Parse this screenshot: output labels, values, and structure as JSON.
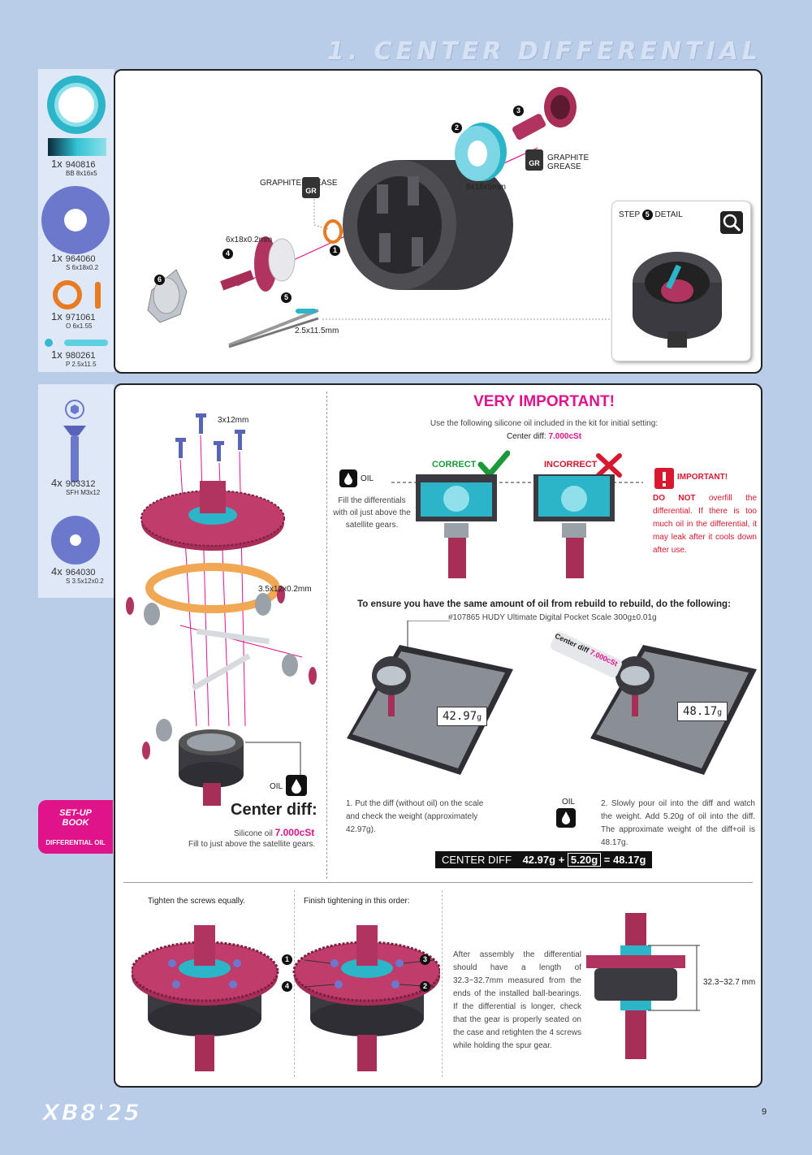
{
  "page": {
    "title": "1. CENTER DIFFERENTIAL",
    "page_number": "9",
    "brand_logo": "XB8'25"
  },
  "top_parts": [
    {
      "qty": "1x",
      "number": "940816",
      "size": "BB 8x16x5"
    },
    {
      "qty": "1x",
      "number": "964060",
      "size": "S 6x18x0.2"
    },
    {
      "qty": "1x",
      "number": "971061",
      "size": "O 6x1.55"
    },
    {
      "qty": "1x",
      "number": "980261",
      "size": "P 2.5x11.5"
    }
  ],
  "top_diagram": {
    "graphite_grease_1": "GRAPHITE GREASE",
    "graphite_grease_2": "GRAPHITE GREASE",
    "gr_badge": "GR",
    "bearing_size": "8x16x5mm",
    "shim_size": "6x18x0.2mm",
    "pin_size": "2.5x11.5mm",
    "step_numbers": [
      "1",
      "2",
      "3",
      "4",
      "5",
      "6"
    ],
    "detail_title": "STEP",
    "detail_step": "5",
    "detail_suffix": "DETAIL"
  },
  "bottom_parts": [
    {
      "qty": "4x",
      "number": "903312",
      "size": "SFH M3x12"
    },
    {
      "qty": "4x",
      "number": "964030",
      "size": "S 3.5x12x0.2"
    }
  ],
  "setup_book": {
    "title": "SET-UP BOOK",
    "subtitle": "DIFFERENTIAL OIL"
  },
  "exploded": {
    "screw_size": "3x12mm",
    "shim_size": "3.5x12x0.2mm",
    "oil_label": "OIL",
    "center_diff_title": "Center diff:",
    "silicone_prefix": "Silicone oil",
    "silicone_value": "7.000cSt",
    "fill_note": "Fill to just above the satellite gears."
  },
  "important": {
    "heading": "VERY IMPORTANT!",
    "intro": "Use the following silicone oil included in the kit for initial setting:",
    "center_prefix": "Center diff:",
    "center_value": "7.000cSt",
    "correct": "CORRECT",
    "incorrect": "INCORRECT",
    "oil": "OIL",
    "fill_note": "Fill the differentials with oil just above the satellite gears.",
    "important_label": "IMPORTANT!",
    "warning_lead": "DO NOT",
    "warning": "overfill the differential. If there is too much oil in the differential, it may leak after it cools down after use."
  },
  "scale_section": {
    "heading": "To ensure you have the same amount of oil from rebuild to rebuild, do the following:",
    "product": "#107865 HUDY Ultimate Digital Pocket Scale 300g±0.01g",
    "bottle_label_prefix": "Center diff",
    "bottle_label_value": "7.000cSt",
    "reading_1": "42.97",
    "reading_2": "48.17",
    "unit": "g",
    "step_1": "1. Put the diff (without oil) on the scale and check the weight (approximately 42.97g).",
    "step_2": "2. Slowly pour oil into the diff and watch the weight. Add 5.20g of oil into the diff. The approximate weight of the diff+oil is 48.17g.",
    "oil": "OIL",
    "formula_label": "CENTER DIFF",
    "formula_a": "42.97g",
    "formula_op1": "+",
    "formula_b": "5.20g",
    "formula_op2": "=",
    "formula_c": "48.17g"
  },
  "assembly": {
    "tighten_equal": "Tighten the screws equally.",
    "finish_order": "Finish tightening in this order:",
    "order": [
      "1",
      "3",
      "4",
      "2"
    ],
    "note": "After assembly the differential should have a length of 32.3~32.7mm measured from the ends of the installed ball-bearings. If the differential is longer, check that the gear is properly seated on the case and retighten the 4 screws while holding the spur gear.",
    "length": "32.3~32.7 mm"
  },
  "colors": {
    "background": "#b9cce8",
    "accent_magenta": "#e0138a",
    "part_magenta": "#b0345f",
    "bearing_cyan": "#2cb5c8",
    "correct_green": "#1b9a3a",
    "incorrect_red": "#d8182f"
  }
}
